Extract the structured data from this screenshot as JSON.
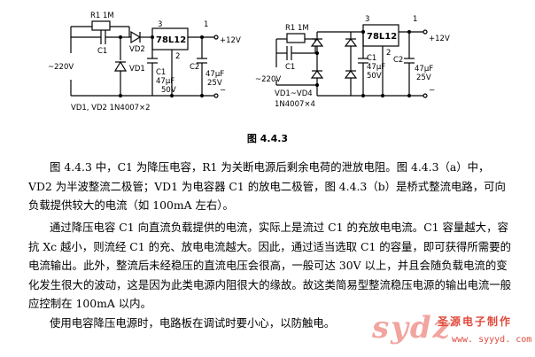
{
  "figure": {
    "caption": "图 4.4.3",
    "left_circuit": {
      "r1": "R1 1M",
      "c1": "C1",
      "vd2": "VD2",
      "vd1": "VD1",
      "ic": "78L12",
      "pin1": "1",
      "pin2": "2",
      "pin3": "3",
      "vin": "~220V",
      "c1_cap": "C1",
      "c1_val1": "47μF",
      "c1_val2": "50V",
      "c2_cap": "C2",
      "c2_val1": "47μF",
      "c2_val2": "25V",
      "out": "+12V",
      "minus": "−",
      "note": "VD1, VD2 1N4007×2"
    },
    "right_circuit": {
      "r1": "R1 1M",
      "c1": "C1",
      "ic": "78L12",
      "pin1": "1",
      "pin2": "2",
      "pin3": "3",
      "vin": "~220V",
      "c1_cap": "C1",
      "c1_val1": "47μF",
      "c1_val2": "50V",
      "c2_cap": "C2",
      "c2_val1": "47μF",
      "c2_val2": "25V",
      "out": "+12V",
      "minus": "−",
      "note1": "VD1~VD4",
      "note2": "1N4007×4"
    }
  },
  "paragraphs": {
    "p1": "图 4.4.3 中，C1 为降压电容，R1 为关断电源后剩余电荷的泄放电阻。图 4.4.3（a）中，VD2 为半波整流二极管；VD1 为电容器 C1 的放电二极管，图 4.4.3（b）是桥式整流电路，可向负载提供较大的电流（如 100mA 左右）。",
    "p2": "通过降压电容 C1 向直流负载提供的电流，实际上是流过 C1 的充放电电流。C1 容量越大，容抗 Xc 越小，则流经 C1 的充、放电电流越大。因此，通过适当选取 C1 的容量，即可获得所需要的电流输出。此外，整流后未经稳压的直流电压会很高，一般可达 30V 以上，并且会随负载电流的变化发生很大的波动，这是因为此类电源内阻很大的缘故。故这类简易型整流稳压电源的输出电流一般应控制在 100mA 以内。",
    "p3": "使用电容降压电源时，电路板在调试时要小心，以防触电。"
  },
  "watermark": {
    "logo": "sydz",
    "title": "圣源电子制作",
    "url": "www. syyyd. com"
  }
}
